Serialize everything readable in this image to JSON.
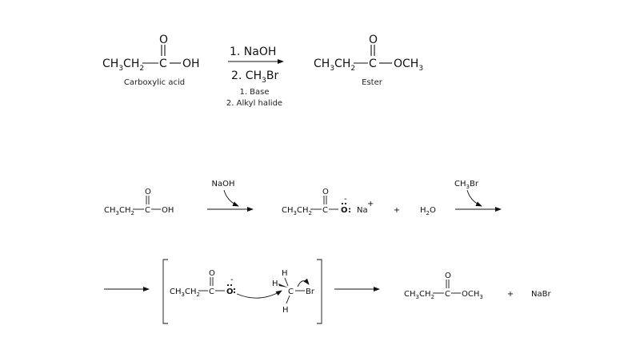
{
  "overview": {
    "reactant": {
      "left": "CH",
      "sub1": "3",
      "mid": "CH",
      "sub2": "2",
      "c": "C",
      "o": "O",
      "right": "OH",
      "caption": "Carboxylic acid"
    },
    "step1": "1. NaOH",
    "step2_pre": "2. CH",
    "step2_sub": "3",
    "step2_post": "Br",
    "legend1": "1. Base",
    "legend2": "2. Alkyl halide",
    "product": {
      "left": "CH",
      "sub1": "3",
      "mid": "CH",
      "sub2": "2",
      "c": "C",
      "o": "O",
      "right": "OCH",
      "sub3": "3",
      "caption": "Ester"
    }
  },
  "mechanism": {
    "row1": {
      "acid": {
        "left": "CH",
        "sub1": "3",
        "mid": "CH",
        "sub2": "2",
        "c": "C",
        "o": "O",
        "right": "OH"
      },
      "reagent1": "NaOH",
      "carboxylate": {
        "left": "CH",
        "sub1": "3",
        "mid": "CH",
        "sub2": "2",
        "c": "C",
        "o": "O",
        "oneg": "O",
        "dots": ":",
        "charge": "-",
        "na": "Na",
        "plus": "+"
      },
      "plus_sign": "+",
      "water_pre": "H",
      "water_sub": "2",
      "water_post": "O",
      "reagent2_pre": "CH",
      "reagent2_sub": "3",
      "reagent2_post": "Br"
    },
    "row2": {
      "carboxylate": {
        "left": "CH",
        "sub1": "3",
        "mid": "CH",
        "sub2": "2",
        "c": "C",
        "o": "O",
        "oneg": "O",
        "charge": "-"
      },
      "methyl_bromide": {
        "h1": "H",
        "h2": "H",
        "h3": "H",
        "c": "C",
        "br": "Br"
      },
      "ester": {
        "left": "CH",
        "sub1": "3",
        "mid": "CH",
        "sub2": "2",
        "c": "C",
        "o": "O",
        "right": "OCH",
        "sub3": "3"
      },
      "plus_sign": "+",
      "nabr": "NaBr"
    }
  }
}
